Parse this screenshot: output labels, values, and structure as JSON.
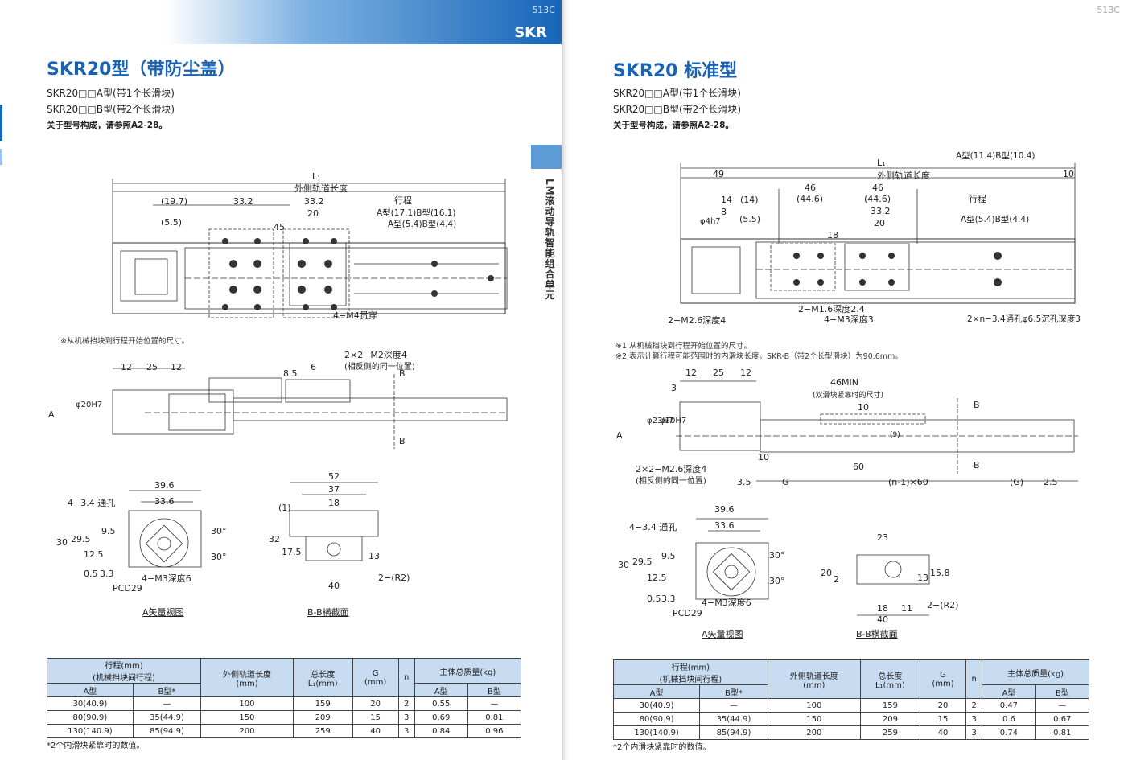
{
  "left": {
    "banner_page": "513C",
    "banner_code": "SKR",
    "title": "SKR20型（带防尘盖）",
    "lines": [
      "SKR20□□A型(带1个长滑块)",
      "SKR20□□B型(带2个长滑块)"
    ],
    "ref": "关于型号构成，请参照A2-28。",
    "side_tab": "LM滚动导轨智能组合单元",
    "note1": "※从机械挡块到行程开始位置的尺寸。",
    "dims_top": {
      "L1": "L₁",
      "outer": "外侧轨道长度",
      "d1": "(19.7)",
      "d2": "33.2",
      "d3": "33.2",
      "d4": "20",
      "stroke": "行程",
      "a1": "A型(17.1)B型(16.1)",
      "a2": "A型(5.4)B型(4.4)",
      "d5": "(5.5)",
      "d6": "45",
      "hole": "4−M4贯穿"
    },
    "dims_side": {
      "d1": "12",
      "d2": "25",
      "d3": "12",
      "d4": "8.5",
      "d5": "6",
      "m2": "2×2−M2深度4",
      "m2b": "(相反侧的同一位置)",
      "phi": "φ20H7",
      "a": "A",
      "b": "B"
    },
    "view_a": {
      "w1": "39.6",
      "w2": "33.6",
      "hole": "4−3.4 通孔",
      "h1": "30",
      "h2": "29.5",
      "h3": "9.5",
      "h4": "12.5",
      "h5": "0.5",
      "h6": "3.3",
      "pcd": "PCD29",
      "m3": "4−M3深度6",
      "ang1": "30°",
      "ang2": "30°",
      "caption": "A矢量视图"
    },
    "view_b": {
      "w1": "52",
      "w2": "37",
      "w3": "18",
      "h1": "(1)",
      "h2": "32",
      "h3": "17.5",
      "h4": "13",
      "w4": "40",
      "r": "2−(R2)",
      "caption": "B-B横截面"
    },
    "table": {
      "h_stroke": "行程(mm)",
      "h_stroke2": "(机械挡块间行程)",
      "h_outer": "外侧轨道长度",
      "h_outer_u": "(mm)",
      "h_total": "总长度",
      "h_total_u": "L₁(mm)",
      "h_g": "G",
      "h_g_u": "(mm)",
      "h_n": "n",
      "h_mass": "主体总质量(kg)",
      "h_a": "A型",
      "h_b": "B型*",
      "h_ma": "A型",
      "h_mb": "B型",
      "rows": [
        [
          "30(40.9)",
          "—",
          "100",
          "159",
          "20",
          "2",
          "0.55",
          "—"
        ],
        [
          "80(90.9)",
          "35(44.9)",
          "150",
          "209",
          "15",
          "3",
          "0.69",
          "0.81"
        ],
        [
          "130(140.9)",
          "85(94.9)",
          "200",
          "259",
          "40",
          "3",
          "0.84",
          "0.96"
        ]
      ]
    },
    "foot": "*2个内滑块紧靠时的数值。"
  },
  "right": {
    "page": "513C",
    "title": "SKR20 标准型",
    "lines": [
      "SKR20□□A型(带1个长滑块)",
      "SKR20□□B型(带2个长滑块)"
    ],
    "ref": "关于型号构成，请参照A2-28。",
    "note1": "※1  从机械挡块到行程开始位置的尺寸。",
    "note2": "※2  表示计算行程可能范围时的内滑块长度。SKR-B（带2个长型滑块）为90.6mm。",
    "dims_top": {
      "ab": "A型(11.4)B型(10.4)",
      "L1": "L₁",
      "outer": "外侧轨道长度",
      "d49": "49",
      "d10": "10",
      "d14": "14",
      "d14b": "(14)",
      "d46a": "46",
      "d46b": "46",
      "d446a": "(44.6)",
      "d446b": "(44.6)",
      "stroke": "行程",
      "d332": "33.2",
      "d20": "20",
      "ab2": "A型(5.4)B型(4.4)",
      "d8": "8",
      "phi": "φ4h7",
      "d55": "(5.5)",
      "d18": "18",
      "m16": "2−M1.6深度2.4",
      "m26": "2−M2.6深度4",
      "m3": "4−M3深度3",
      "hole": "2×n−3.4通孔φ6.5沉孔深度3"
    },
    "dims_side": {
      "d12": "12",
      "d25": "25",
      "d12b": "12",
      "d3": "3",
      "min": "46MIN",
      "min2": "(双滑块紧靠时的尺寸)",
      "d10": "10",
      "phi23": "φ23H7",
      "phi20": "φ20H7",
      "a": "A",
      "b": "B",
      "d9": "(9)",
      "d10b": "10",
      "d60": "60",
      "m2": "2×2−M2.6深度4",
      "m2b": "(相反侧的同一位置)",
      "d35": "3.5",
      "g": "G",
      "n60": "(n-1)×60",
      "g2": "(G)",
      "d25b": "2.5"
    },
    "view_a": {
      "w1": "39.6",
      "w2": "33.6",
      "hole": "4−3.4 通孔",
      "h1": "30",
      "h2": "29.5",
      "h3": "9.5",
      "h4": "12.5",
      "h5": "0.5",
      "h6": "3.3",
      "pcd": "PCD29",
      "m3": "4−M3深度6",
      "ang1": "30°",
      "ang2": "30°",
      "caption": "A矢量视图"
    },
    "view_b": {
      "w1": "23",
      "h1": "20",
      "h2": "2",
      "h3": "13",
      "h4": "15.8",
      "w2": "18",
      "w3": "11",
      "w4": "40",
      "r": "2−(R2)",
      "caption": "B-B横截面"
    },
    "table": {
      "h_stroke": "行程(mm)",
      "h_stroke2": "(机械挡块间行程)",
      "h_outer": "外侧轨道长度",
      "h_outer_u": "(mm)",
      "h_total": "总长度",
      "h_total_u": "L₁(mm)",
      "h_g": "G",
      "h_g_u": "(mm)",
      "h_n": "n",
      "h_mass": "主体总质量(kg)",
      "h_a": "A型",
      "h_b": "B型*",
      "h_ma": "A型",
      "h_mb": "B型",
      "rows": [
        [
          "30(40.9)",
          "—",
          "100",
          "159",
          "20",
          "2",
          "0.47",
          "—"
        ],
        [
          "80(90.9)",
          "35(44.9)",
          "150",
          "209",
          "15",
          "3",
          "0.6",
          "0.67"
        ],
        [
          "130(140.9)",
          "85(94.9)",
          "200",
          "259",
          "40",
          "3",
          "0.74",
          "0.81"
        ]
      ]
    },
    "foot": "*2个内滑块紧靠时的数值。"
  }
}
